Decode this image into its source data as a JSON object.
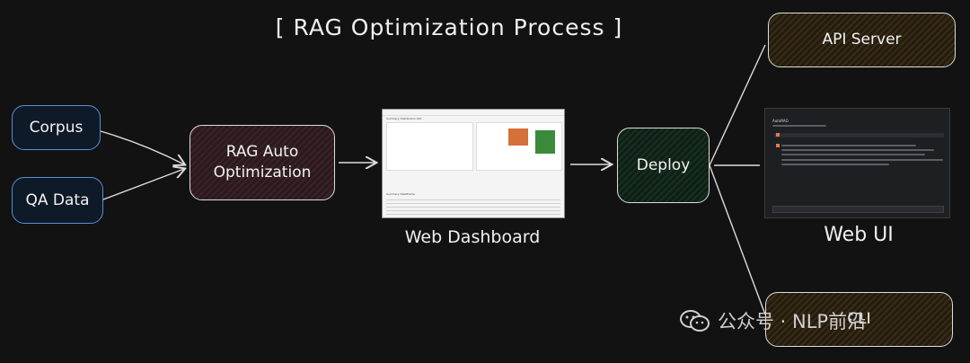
{
  "title": "[ RAG Optimization Process ]",
  "nodes": {
    "corpus": "Corpus",
    "qa_data": "QA Data",
    "rag_auto_line1": "RAG Auto",
    "rag_auto_line2": "Optimization",
    "deploy": "Deploy",
    "api_server": "API Server",
    "cli": "CLI"
  },
  "captions": {
    "web_dashboard": "Web Dashboard",
    "web_ui": "Web UI"
  },
  "thumbnails": {
    "dashboard_heading": "Summary Distribution Plot",
    "dashboard_table_heading": "Summary DataFrame",
    "webui_title": "AutoRAG"
  },
  "watermark": "公众号 · NLP前沿",
  "colors": {
    "background": "#121212",
    "input_border": "#5a8fd6",
    "process_fill": "#3b2228",
    "deploy_fill": "#17301f",
    "output_fill": "#3a2c14"
  }
}
